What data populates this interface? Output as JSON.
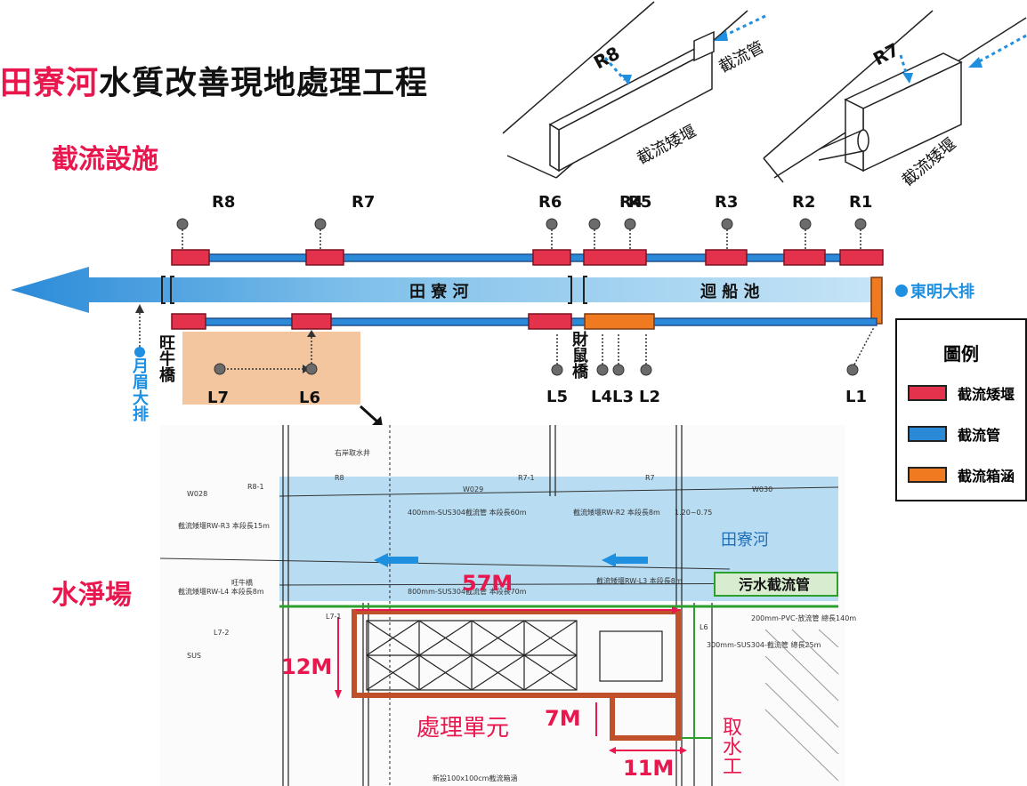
{
  "title": {
    "highlight": "田寮河",
    "rest": "水質改善現地處理工程"
  },
  "sections": {
    "intercept": "截流設施",
    "plant": "水淨場"
  },
  "colors": {
    "weir": "#e4324c",
    "pipe": "#2a8ad8",
    "box": "#ef7a1f",
    "accent": "#e8174e",
    "river": "#b8dcf2",
    "plant_area": "#f3c6a0"
  },
  "sketches": {
    "left": {
      "code": "R8",
      "pipe": "截流管",
      "weir": "截流矮堰"
    },
    "right": {
      "code": "R7",
      "weir": "截流矮堰"
    }
  },
  "schematic": {
    "top_labels": [
      "R8",
      "R7",
      "R6",
      "R4",
      "R5",
      "R3",
      "R2",
      "R1"
    ],
    "bottom_labels": [
      "L7",
      "L6",
      "L5",
      "L4",
      "L3",
      "L2",
      "L1"
    ],
    "river_left": "田 寮 河",
    "river_right": "迴 船 池",
    "east_drain": "東明大排",
    "west_drain": "月眉大排",
    "bridge_west": "旺牛橋",
    "bridge_east": "財鼠橋"
  },
  "legend": {
    "title": "圖例",
    "items": [
      {
        "label": "截流矮堰",
        "color": "#e4324c"
      },
      {
        "label": "截流管",
        "color": "#2a8ad8"
      },
      {
        "label": "截流箱涵",
        "color": "#ef7a1f"
      }
    ]
  },
  "plan": {
    "river_name": "田寮河",
    "sewer_label": "污水截流管",
    "dimension_57": "57M",
    "dimension_12": "12M",
    "dimension_7": "7M",
    "dimension_11": "11M",
    "treatment_unit": "處理單元",
    "intake": "取水工",
    "small_texts": {
      "r8": "R8",
      "r8_1": "R8-1",
      "r7": "R7",
      "r7_1": "R7-1",
      "outfall": "右岸取水井",
      "bridge": "旺牛橋",
      "l7_1": "L7-1",
      "l7_2": "L7-2",
      "l6": "L6",
      "pipe1": "400mm-SUS304截流管 本段長60m",
      "pipe2": "800mm-SUS304截流管 本段長70m",
      "weir_r3": "截流矮堰RW-R3 本段長15m",
      "weir_r2": "截流矮堰RW-R2 本段長8m",
      "weir_l4": "截流矮堰RW-L4 本段長8m",
      "weir_l3": "截流矮堰RW-L3 本段長8m",
      "pvc": "200mm-PVC-放流管 總長140m",
      "sus": "300mm-SUS304-截流管 總長25m",
      "bottom": "新設100x100cm截流箱涵",
      "w_bl": "W029",
      "w_br": "W030",
      "w_l": "W028",
      "sus_l": "SUS",
      "slope": "1.20~0.75"
    }
  }
}
